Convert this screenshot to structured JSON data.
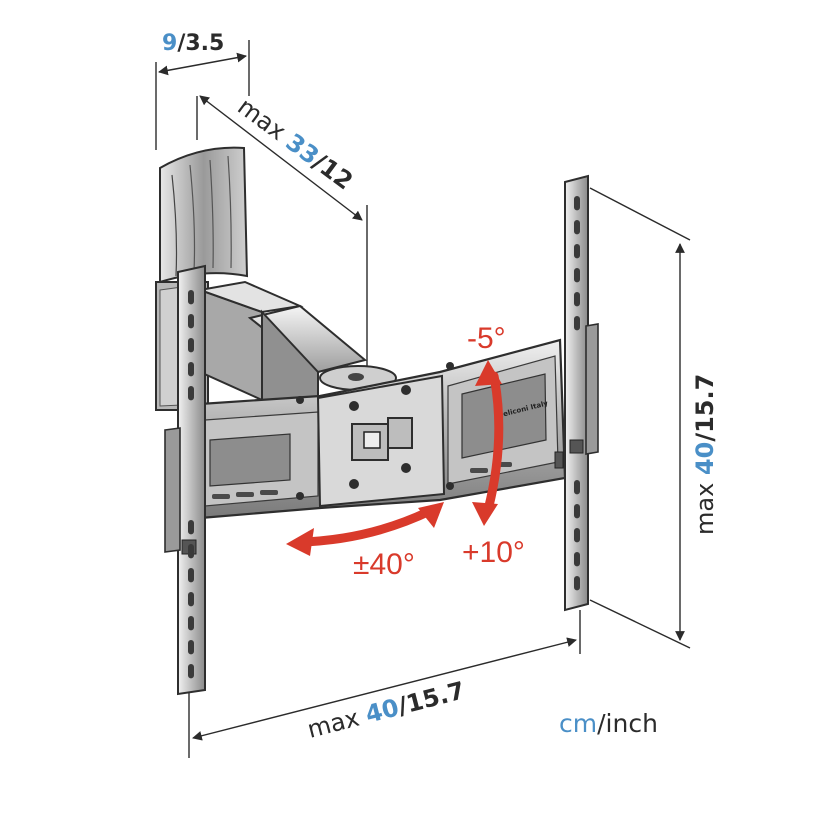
{
  "dimensions": {
    "depth_min": {
      "blue": "9",
      "rest": "/3.5"
    },
    "depth_max": {
      "prefix": "max ",
      "blue": "33",
      "rest": "/12"
    },
    "height": {
      "prefix": "max ",
      "blue": "40",
      "rest": "/15.7"
    },
    "width": {
      "prefix": "max ",
      "blue": "40",
      "rest": "/15.7"
    }
  },
  "angles": {
    "tilt_up": "-5°",
    "tilt_down": "+10°",
    "swivel": "±40°"
  },
  "units": {
    "cm": "cm",
    "sep": "/",
    "inch": "inch"
  },
  "brand": "Meliconi Italy",
  "colors": {
    "accent_blue": "#4a8fc7",
    "arrow_red": "#d93a2b",
    "metal_dark": "#3a3a3a",
    "metal_mid": "#8c8c8c",
    "metal_light": "#d6d6d6"
  }
}
